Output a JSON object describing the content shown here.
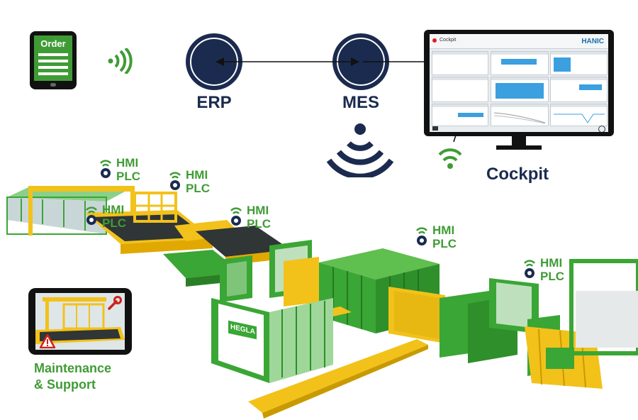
{
  "nodes": {
    "order_label": "Order",
    "erp_label": "ERP",
    "mes_label": "MES",
    "cockpit_label": "Cockpit"
  },
  "cockpit_screen": {
    "title": "Cockpit",
    "brand": "HANIC"
  },
  "hmi_plc": [
    {
      "line1": "HMI",
      "line2": "PLC"
    },
    {
      "line1": "HMI",
      "line2": "PLC"
    },
    {
      "line1": "HMI",
      "line2": "PLC"
    },
    {
      "line1": "HMI",
      "line2": "PLC"
    },
    {
      "line1": "HMI",
      "line2": "PLC"
    },
    {
      "line1": "HMI",
      "line2": "PLC"
    }
  ],
  "maintenance": {
    "line1": "Maintenance",
    "line2": "& Support"
  },
  "machine_brand": "HEGLA",
  "colors": {
    "navy": "#1b2b4f",
    "green": "#3f9c35",
    "yellow": "#f2c21b",
    "machine_green": "#3aa635"
  }
}
